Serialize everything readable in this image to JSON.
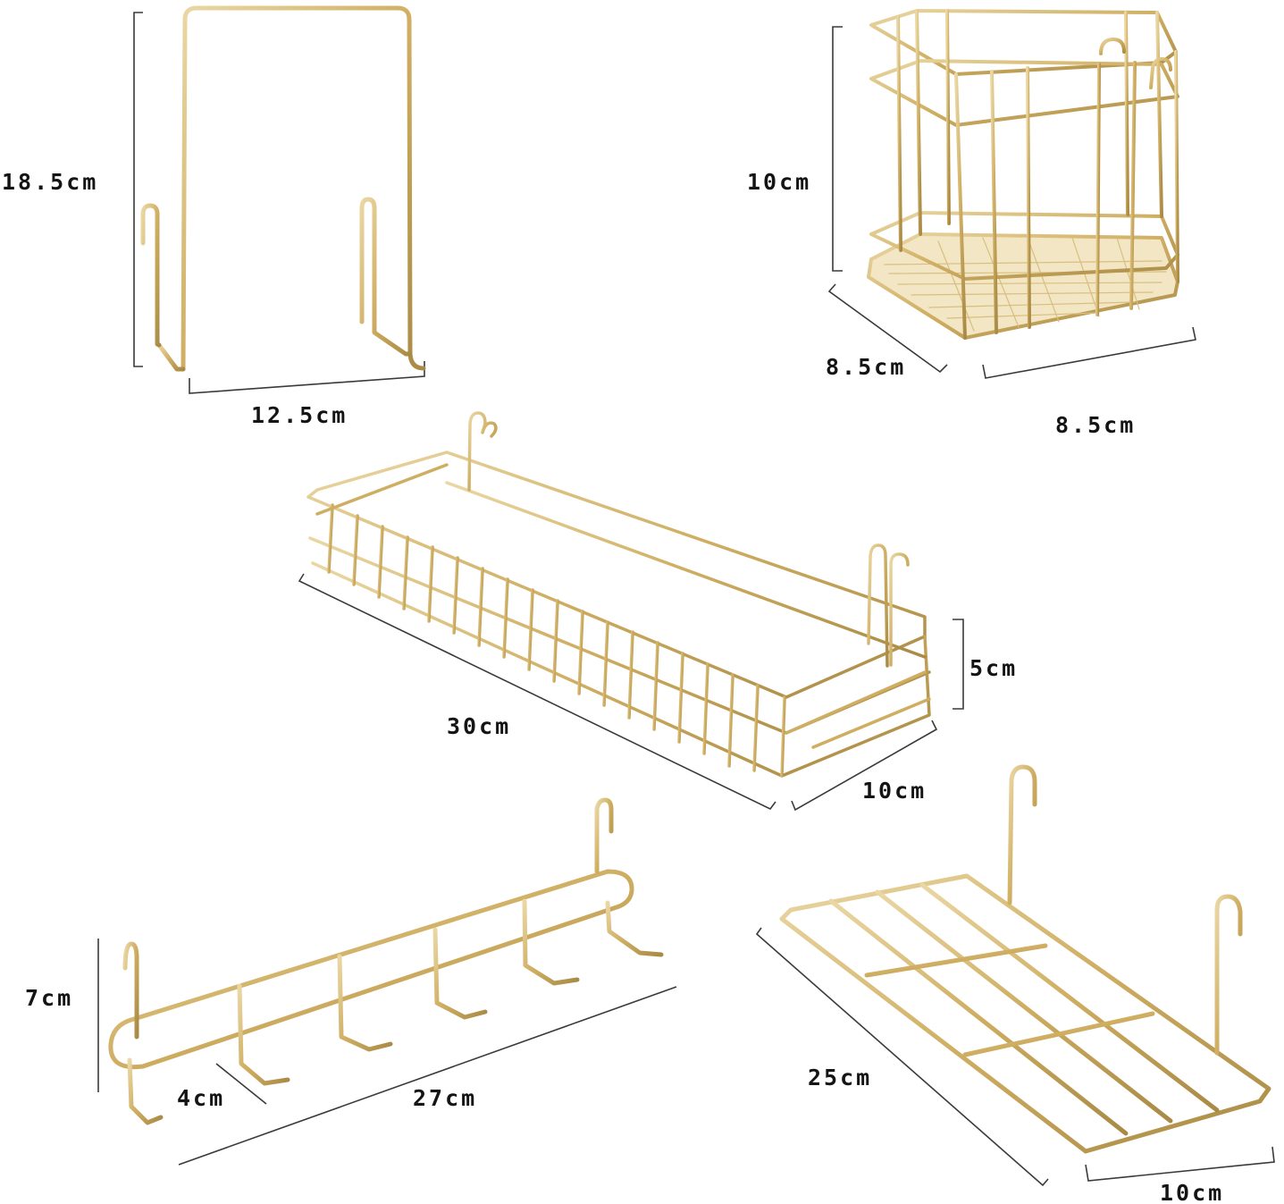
{
  "colors": {
    "gold_wire": "#cfae62",
    "gold_dark": "#a98a45",
    "gold_light": "#ead7a4",
    "dimension_line": "#3a3a3a",
    "text": "#141414",
    "background": "#ffffff"
  },
  "products": [
    {
      "name": "u-shaped-frame-hanger",
      "height_label": "18.5cm",
      "width_label": "12.5cm"
    },
    {
      "name": "square-wire-basket",
      "height_label": "10cm",
      "depth_label": "8.5cm",
      "width_label": "8.5cm"
    },
    {
      "name": "long-wire-basket-shelf",
      "length_label": "30cm",
      "height_label": "5cm",
      "depth_label": "10cm"
    },
    {
      "name": "hook-rack-bar",
      "height_label": "7cm",
      "spacing_label": "4cm",
      "length_label": "27cm"
    },
    {
      "name": "flat-wire-shelf",
      "length_label": "25cm",
      "width_label": "10cm"
    }
  ]
}
